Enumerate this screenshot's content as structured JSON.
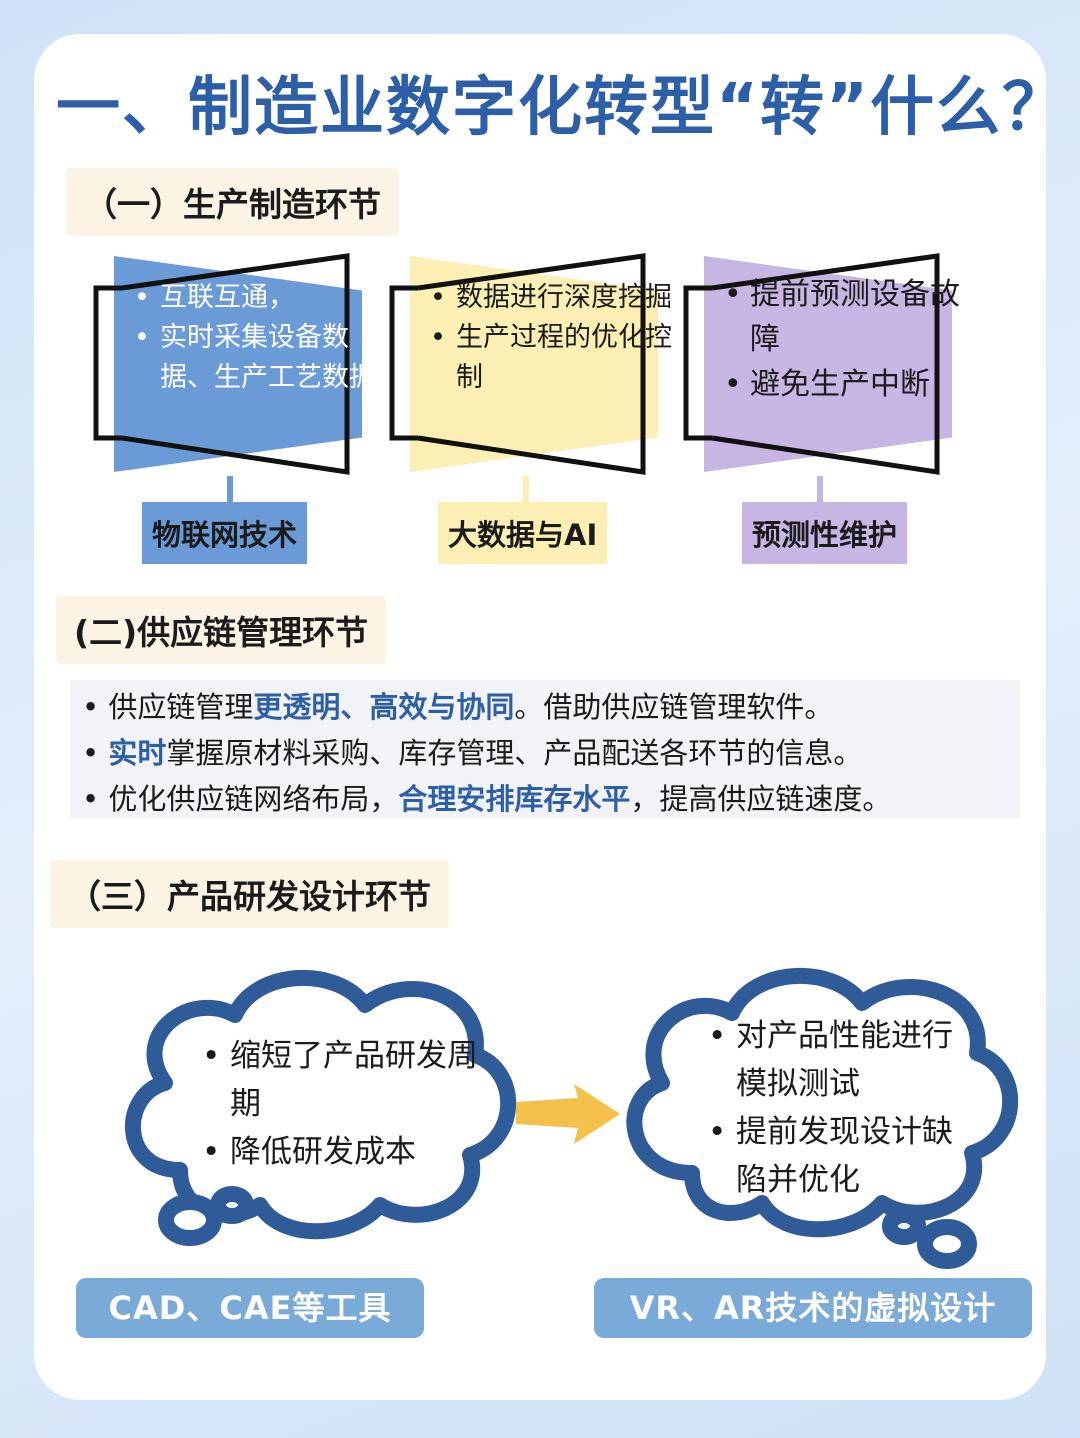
{
  "title": "一、制造业数字化转型“转”什么？",
  "sections": [
    {
      "heading": "（一）生产制造环节",
      "panels": [
        {
          "bullets": [
            "互联互通，",
            "实时采集设备数据、生产工艺数据"
          ],
          "tag": "物联网技术",
          "color": "#6a9bd6"
        },
        {
          "bullets": [
            "数据进行深度挖掘",
            "生产过程的优化控制"
          ],
          "tag": "大数据与AI",
          "color": "#fcefb4"
        },
        {
          "bullets": [
            "提前预测设备故障",
            "避免生产中断"
          ],
          "tag": "预测性维护",
          "color": "#c5b6e3"
        }
      ]
    },
    {
      "heading": "(二)供应链管理环节",
      "lines": [
        {
          "pre": "供应链管理",
          "hl": "更透明、高效与协同",
          "post": "。借助供应链管理软件。"
        },
        {
          "pre": "",
          "hl": "实时",
          "post": "掌握原材料采购、库存管理、产品配送各环节的信息。"
        },
        {
          "pre": "优化供应链网络布局，",
          "hl": "合理安排库存水平",
          "post": "，提高供应链速度。"
        }
      ]
    },
    {
      "heading": "（三）产品研发设计环节",
      "clouds": [
        {
          "bullets": [
            "缩短了产品研发周期",
            "降低研发成本"
          ],
          "tool": "CAD、CAE等工具"
        },
        {
          "bullets": [
            "对产品性能进行模拟测试",
            "提前发现设计缺陷并优化"
          ],
          "tool": "VR、AR技术的虚拟设计"
        }
      ]
    }
  ],
  "colors": {
    "accent": "#2d5fa8",
    "arrow": "#f3c04a",
    "cloud_stroke": "#2f5c99",
    "tool_bg": "#7aaad8"
  }
}
